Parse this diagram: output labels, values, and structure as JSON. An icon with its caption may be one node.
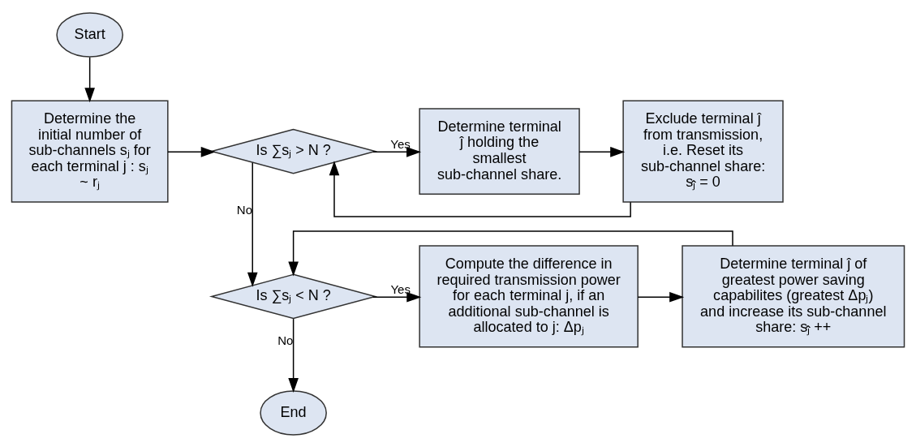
{
  "diagram": {
    "nodes": [
      {
        "text": [
          "Start"
        ]
      },
      {
        "text": [
          "Determine the initial number of sub-channels sⱼ for each terminal j : sⱼ ~ rⱼ"
        ]
      },
      {
        "text": [
          "Is ∑sⱼ > N ?"
        ]
      },
      {
        "text": [
          "Determine terminal ĵ holding the smallest sub-channel share."
        ]
      },
      {
        "text": [
          "Exclude terminal ĵ from transmission, i.e. Reset its sub-channel share: sⱼ̂ = 0"
        ]
      },
      {
        "text": [
          "Is ∑sⱼ < N ?"
        ]
      },
      {
        "text": [
          "Compute the difference in required transmission power for each terminal j, if an additional sub-channel is allocated to j: Δpⱼ"
        ]
      },
      {
        "text": [
          "Determine terminal ĵ of greatest power saving capabilites (greatest Δpⱼ) and increase its sub-channel share: sⱼ̂ ++"
        ]
      },
      {
        "text": [
          "End"
        ]
      }
    ],
    "edges": [
      {
        "from": 0,
        "to": 1,
        "arrow": "to"
      },
      {
        "from": 1,
        "to": 2,
        "arrow": "to"
      },
      {
        "from": 2,
        "to": 3,
        "arrow": "to",
        "label": "Yes"
      },
      {
        "from": 3,
        "to": 4,
        "arrow": "to"
      },
      {
        "from": 4,
        "to": 2,
        "arrow": "to"
      },
      {
        "from": 2,
        "to": 5,
        "arrow": "to",
        "label": "No"
      },
      {
        "from": 5,
        "to": 6,
        "arrow": "to",
        "label": "Yes"
      },
      {
        "from": 6,
        "to": 7,
        "arrow": "to"
      },
      {
        "from": 7,
        "to": 5,
        "arrow": "to"
      },
      {
        "from": 5,
        "to": 8,
        "arrow": "to",
        "label": "No"
      }
    ]
  }
}
